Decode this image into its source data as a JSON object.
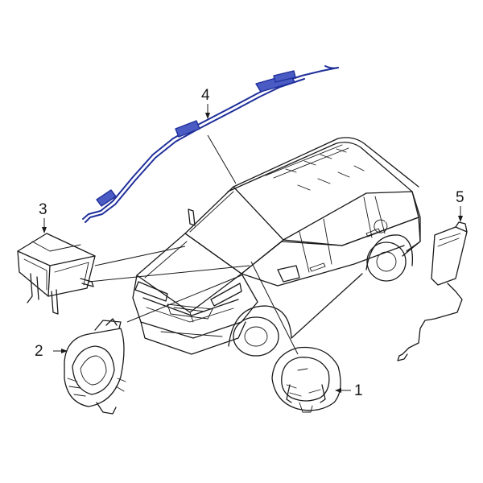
{
  "callouts": {
    "c1": "1",
    "c2": "2",
    "c3": "3",
    "c4": "4",
    "c5": "5"
  },
  "colors": {
    "highlight": "#1f2f9a",
    "line": "#1a1a1a",
    "background": "#ffffff"
  }
}
